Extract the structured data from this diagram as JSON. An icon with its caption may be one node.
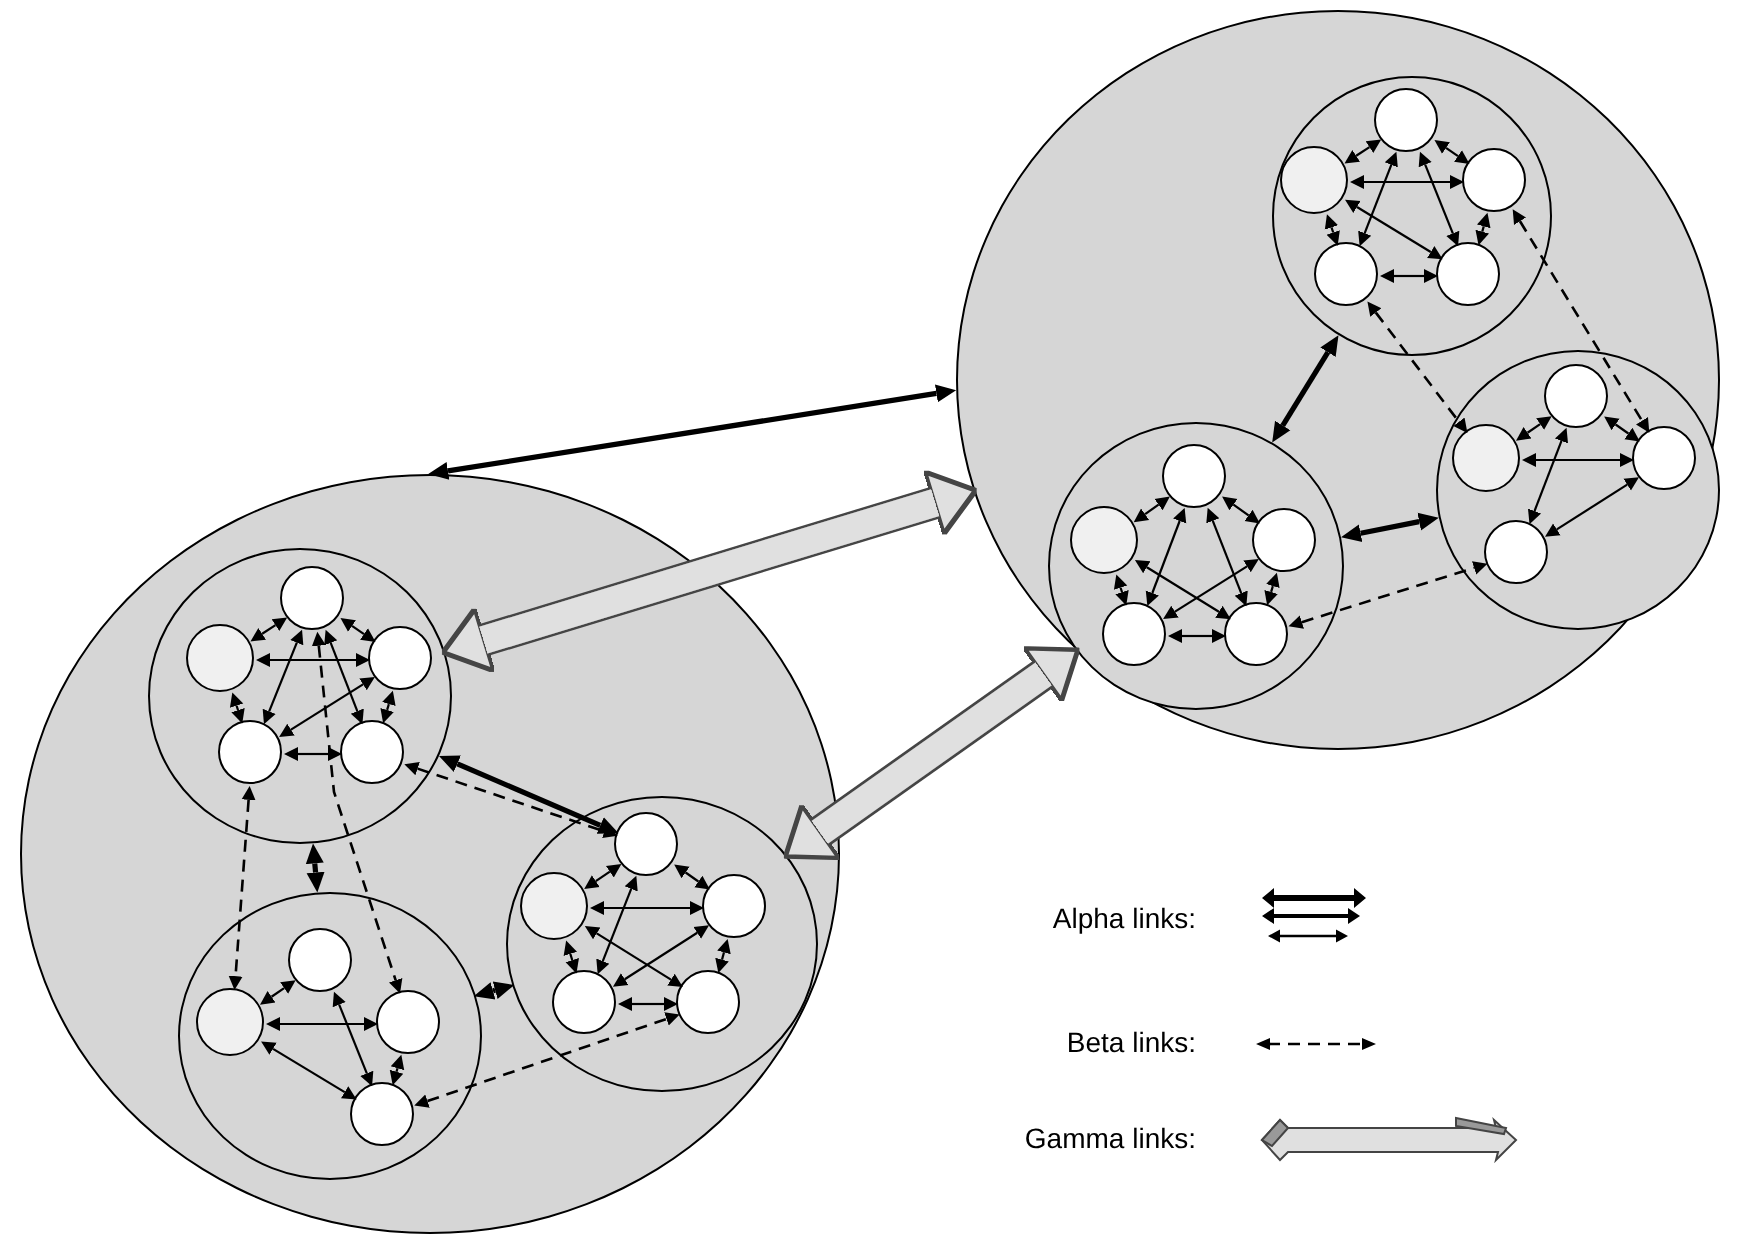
{
  "diagram": {
    "nodes": [
      {
        "text": [],
        "shape": "circle"
      },
      {
        "text": [],
        "shape": "circle",
        "in": 0
      },
      {
        "text": [],
        "shape": "circle",
        "in": 1
      },
      {
        "text": [],
        "shape": "circle",
        "in": 1
      },
      {
        "text": [],
        "shape": "circle",
        "in": 1
      },
      {
        "text": [],
        "shape": "circle",
        "in": 1
      },
      {
        "text": [],
        "shape": "circle",
        "in": 1
      },
      {
        "text": [],
        "shape": "circle",
        "in": 0
      },
      {
        "text": [],
        "shape": "circle",
        "in": 7
      },
      {
        "text": [],
        "shape": "circle",
        "in": 7
      },
      {
        "text": [],
        "shape": "circle",
        "in": 7
      },
      {
        "text": [],
        "shape": "circle",
        "in": 7
      },
      {
        "text": [],
        "shape": "circle",
        "in": 0
      },
      {
        "text": [],
        "shape": "circle",
        "in": 12
      },
      {
        "text": [],
        "shape": "circle",
        "in": 12
      },
      {
        "text": [],
        "shape": "circle",
        "in": 12
      },
      {
        "text": [],
        "shape": "circle",
        "in": 12
      },
      {
        "text": [],
        "shape": "circle",
        "in": 12
      },
      {
        "text": [],
        "shape": "circle"
      },
      {
        "text": [],
        "shape": "circle",
        "in": 18
      },
      {
        "text": [],
        "shape": "circle",
        "in": 19
      },
      {
        "text": [],
        "shape": "circle",
        "in": 19
      },
      {
        "text": [],
        "shape": "circle",
        "in": 19
      },
      {
        "text": [],
        "shape": "circle",
        "in": 19
      },
      {
        "text": [],
        "shape": "circle",
        "in": 19
      },
      {
        "text": [],
        "shape": "circle",
        "in": 18
      },
      {
        "text": [],
        "shape": "circle",
        "in": 25
      },
      {
        "text": [],
        "shape": "circle",
        "in": 25
      },
      {
        "text": [],
        "shape": "circle",
        "in": 25
      },
      {
        "text": [],
        "shape": "circle",
        "in": 25
      },
      {
        "text": [],
        "shape": "circle",
        "in": 25
      },
      {
        "text": [],
        "shape": "circle",
        "in": 18
      },
      {
        "text": [],
        "shape": "circle",
        "in": 31
      },
      {
        "text": [],
        "shape": "circle",
        "in": 31
      },
      {
        "text": [],
        "shape": "circle",
        "in": 31
      },
      {
        "text": [],
        "shape": "circle",
        "in": 31
      }
    ],
    "edges": [
      {
        "from": 2,
        "to": 3,
        "arrow": "both"
      },
      {
        "from": 2,
        "to": 4,
        "arrow": "both"
      },
      {
        "from": 3,
        "to": 4,
        "arrow": "both"
      },
      {
        "from": 2,
        "to": 5,
        "arrow": "both"
      },
      {
        "from": 2,
        "to": 6,
        "arrow": "both"
      },
      {
        "from": 3,
        "to": 5,
        "arrow": "both"
      },
      {
        "from": 4,
        "to": 6,
        "arrow": "both"
      },
      {
        "from": 4,
        "to": 5,
        "arrow": "both"
      },
      {
        "from": 5,
        "to": 6,
        "arrow": "both"
      },
      {
        "from": 8,
        "to": 9,
        "arrow": "both"
      },
      {
        "from": 9,
        "to": 10,
        "arrow": "both"
      },
      {
        "from": 8,
        "to": 11,
        "arrow": "both"
      },
      {
        "from": 10,
        "to": 11,
        "arrow": "both"
      },
      {
        "from": 9,
        "to": 11,
        "arrow": "both"
      },
      {
        "from": 13,
        "to": 14,
        "arrow": "both"
      },
      {
        "from": 13,
        "to": 15,
        "arrow": "both"
      },
      {
        "from": 14,
        "to": 15,
        "arrow": "both"
      },
      {
        "from": 13,
        "to": 16,
        "arrow": "both"
      },
      {
        "from": 14,
        "to": 16,
        "arrow": "both"
      },
      {
        "from": 15,
        "to": 17,
        "arrow": "both"
      },
      {
        "from": 15,
        "to": 16,
        "arrow": "both"
      },
      {
        "from": 14,
        "to": 17,
        "arrow": "both"
      },
      {
        "from": 16,
        "to": 17,
        "arrow": "both"
      },
      {
        "from": 20,
        "to": 21,
        "arrow": "both"
      },
      {
        "from": 20,
        "to": 22,
        "arrow": "both"
      },
      {
        "from": 21,
        "to": 22,
        "arrow": "both"
      },
      {
        "from": 20,
        "to": 23,
        "arrow": "both"
      },
      {
        "from": 20,
        "to": 24,
        "arrow": "both"
      },
      {
        "from": 21,
        "to": 23,
        "arrow": "both"
      },
      {
        "from": 22,
        "to": 24,
        "arrow": "both"
      },
      {
        "from": 21,
        "to": 24,
        "arrow": "both"
      },
      {
        "from": 23,
        "to": 24,
        "arrow": "both"
      },
      {
        "from": 26,
        "to": 27,
        "arrow": "both"
      },
      {
        "from": 26,
        "to": 28,
        "arrow": "both"
      },
      {
        "from": 26,
        "to": 29,
        "arrow": "both"
      },
      {
        "from": 26,
        "to": 30,
        "arrow": "both"
      },
      {
        "from": 27,
        "to": 29,
        "arrow": "both"
      },
      {
        "from": 28,
        "to": 30,
        "arrow": "both"
      },
      {
        "from": 27,
        "to": 30,
        "arrow": "both"
      },
      {
        "from": 28,
        "to": 29,
        "arrow": "both"
      },
      {
        "from": 29,
        "to": 30,
        "arrow": "both"
      },
      {
        "from": 32,
        "to": 33,
        "arrow": "both"
      },
      {
        "from": 32,
        "to": 34,
        "arrow": "both"
      },
      {
        "from": 33,
        "to": 34,
        "arrow": "both"
      },
      {
        "from": 32,
        "to": 35,
        "arrow": "both"
      },
      {
        "from": 34,
        "to": 35,
        "arrow": "both"
      },
      {
        "from": 0,
        "to": 18,
        "arrow": "both",
        "style": "thick"
      },
      {
        "from": 1,
        "to": 13,
        "arrow": "both",
        "style": "thick"
      },
      {
        "from": 1,
        "to": 7,
        "arrow": "both",
        "style": "thick"
      },
      {
        "from": 7,
        "to": 12,
        "arrow": "both",
        "style": "thick"
      },
      {
        "from": 19,
        "to": 25,
        "arrow": "both",
        "style": "thick"
      },
      {
        "from": 25,
        "to": 31,
        "arrow": "both",
        "style": "thick"
      },
      {
        "from": 6,
        "to": 13,
        "arrow": "both",
        "style": "dashed"
      },
      {
        "from": 5,
        "to": 9,
        "arrow": "both",
        "style": "dashed"
      },
      {
        "from": 2,
        "to": 10,
        "arrow": "both",
        "style": "dashed"
      },
      {
        "from": 11,
        "to": 17,
        "arrow": "both",
        "style": "dashed"
      },
      {
        "from": 23,
        "to": 33,
        "arrow": "both",
        "style": "dashed"
      },
      {
        "from": 22,
        "to": 34,
        "arrow": "both",
        "style": "dashed"
      },
      {
        "from": 30,
        "to": 35,
        "arrow": "both",
        "style": "dashed"
      },
      {
        "from": 1,
        "to": 18,
        "arrow": "both",
        "style": "thick",
        "color": "#e0e0e0"
      },
      {
        "from": 12,
        "to": 25,
        "arrow": "both",
        "style": "thick",
        "color": "#e0e0e0"
      }
    ],
    "legend": [
      {
        "text": "Alpha links:"
      },
      {
        "text": "Beta links:"
      },
      {
        "text": "Gamma links:"
      }
    ]
  }
}
